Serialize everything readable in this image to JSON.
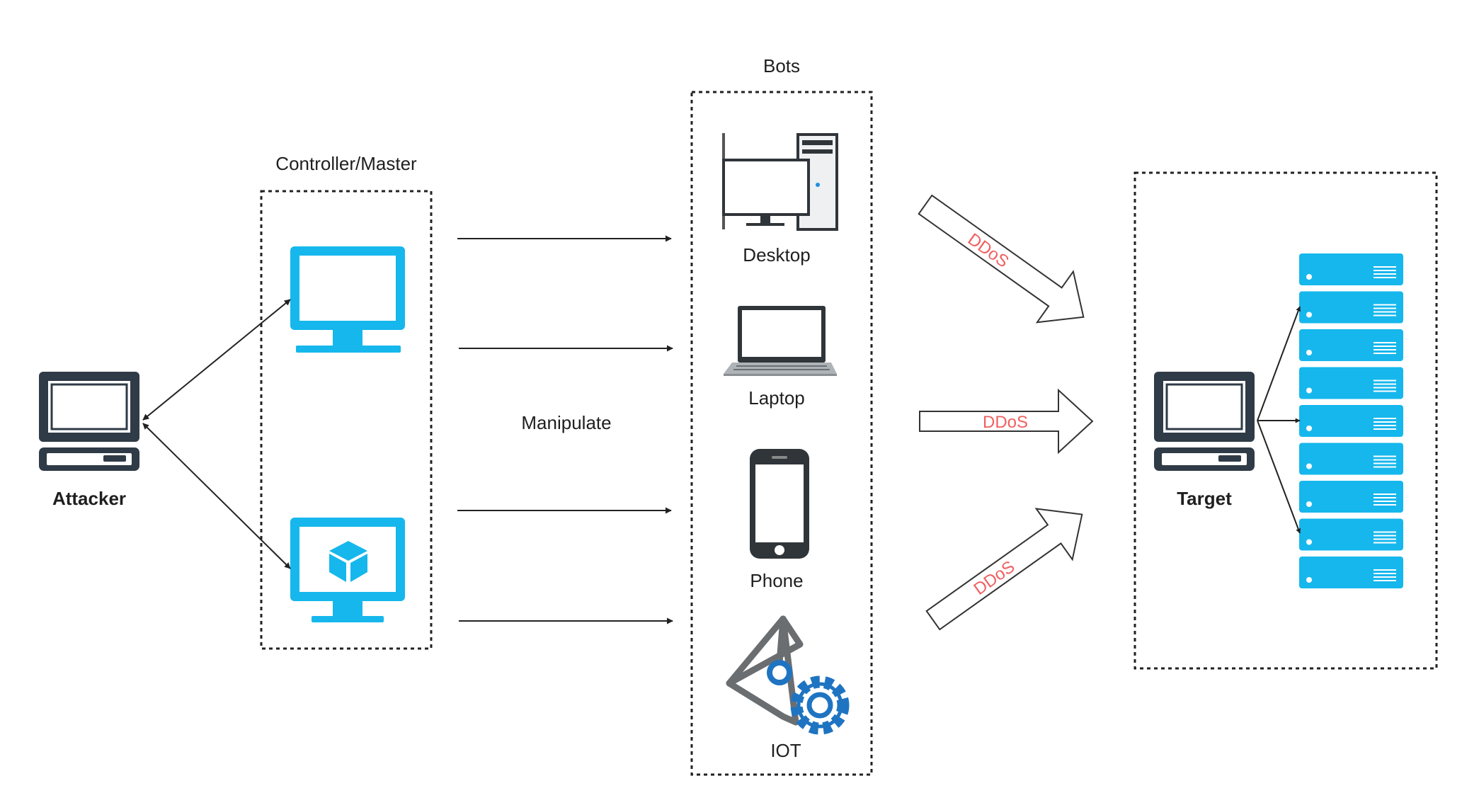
{
  "groups": {
    "controller": "Controller/Master",
    "bots": "Bots"
  },
  "nodes": {
    "attacker": "Attacker",
    "target": "Target",
    "desktop": "Desktop",
    "laptop": "Laptop",
    "phone": "Phone",
    "iot": "IOT"
  },
  "edges": {
    "manipulate": "Manipulate",
    "ddos_top": "DDoS",
    "ddos_middle": "DDoS",
    "ddos_bottom": "DDoS"
  },
  "colors": {
    "accent": "#16b7ec",
    "iot_blue": "#1f74c2",
    "dark": "#2f3b47",
    "ddos_text": "#f06060"
  },
  "icons": {
    "attacker": "computer-terminal-icon",
    "controller_1": "monitor-icon",
    "controller_2": "monitor-cube-icon",
    "desktop": "desktop-tower-icon",
    "laptop": "laptop-icon",
    "phone": "smartphone-icon",
    "iot": "iot-gear-icon",
    "target": "computer-terminal-icon",
    "servers": "server-rack-icon"
  }
}
